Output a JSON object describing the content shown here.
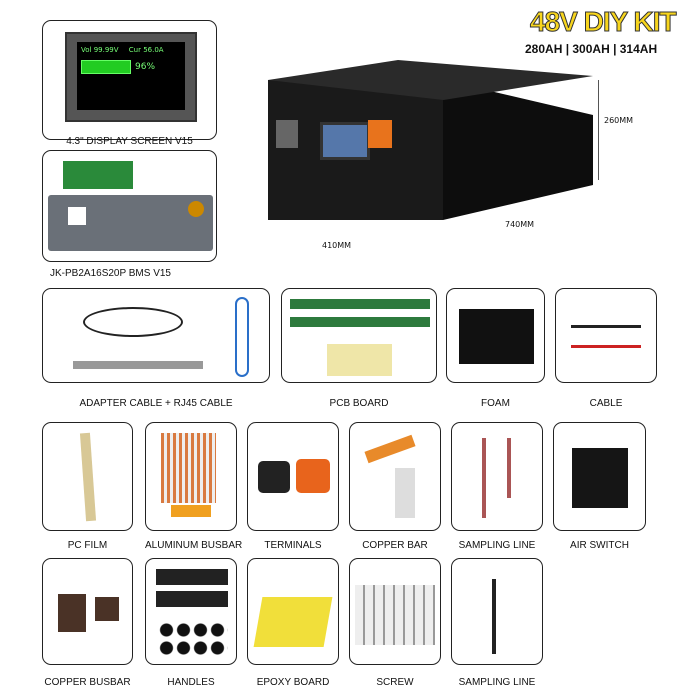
{
  "header": {
    "title": "48V DIY KIT",
    "capacities": "280AH | 300AH | 314AH"
  },
  "display": {
    "label": "4.3\" DISPLAY SCREEN V15",
    "vol": "Vol 99.99V",
    "cur": "Cur 56.0A",
    "soc": "96%"
  },
  "bms": {
    "label": "JK-PB2A16S20P BMS V15"
  },
  "battery": {
    "height": "260MM",
    "length": "740MM",
    "width": "410MM"
  },
  "parts": [
    {
      "label": "ADAPTER CABLE + RJ45 CABLE"
    },
    {
      "label": "PCB BOARD"
    },
    {
      "label": "FOAM"
    },
    {
      "label": "CABLE"
    },
    {
      "label": "PC FILM"
    },
    {
      "label": "ALUMINUM BUSBAR"
    },
    {
      "label": "TERMINALS"
    },
    {
      "label": "COPPER BAR"
    },
    {
      "label": "SAMPLING LINE"
    },
    {
      "label": "AIR SWITCH"
    },
    {
      "label": "COPPER BUSBAR"
    },
    {
      "label": "HANDLES"
    },
    {
      "label": "EPOXY BOARD"
    },
    {
      "label": "SCREW"
    },
    {
      "label": "SAMPLING LINE"
    }
  ]
}
